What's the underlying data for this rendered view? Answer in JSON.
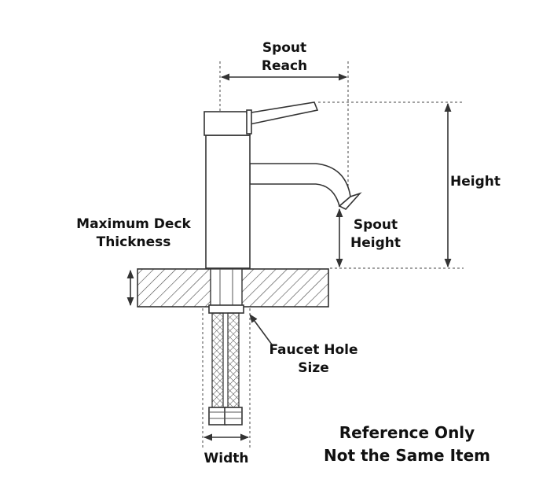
{
  "labels": {
    "spout_reach": [
      "Spout",
      "Reach"
    ],
    "height": "Height",
    "spout_height": [
      "Spout",
      "Height"
    ],
    "max_deck": [
      "Maximum Deck",
      "Thickness"
    ],
    "faucet_hole": [
      "Faucet Hole",
      "Size"
    ],
    "width": "Width"
  },
  "note": [
    "Reference Only",
    "Not the Same Item"
  ],
  "colors": {
    "line": "#333333",
    "background": "#ffffff",
    "text": "#111111"
  }
}
